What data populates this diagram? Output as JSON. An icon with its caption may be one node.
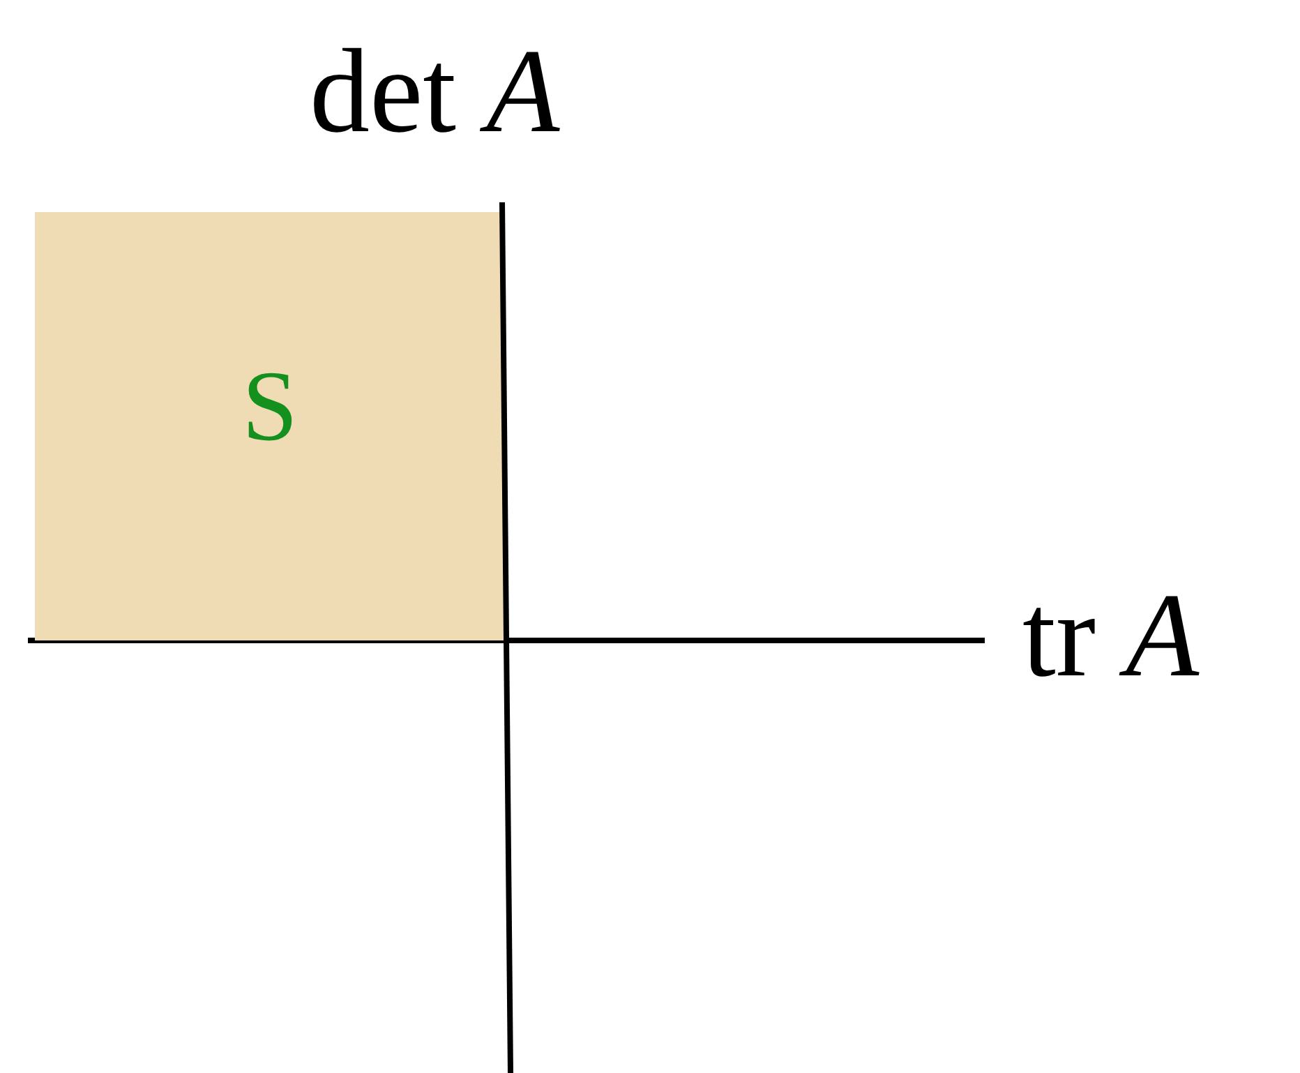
{
  "diagram": {
    "nodes": [
      {
        "text": [
          "S"
        ]
      }
    ],
    "labels": [
      "det *A*",
      "tr *A*"
    ]
  }
}
